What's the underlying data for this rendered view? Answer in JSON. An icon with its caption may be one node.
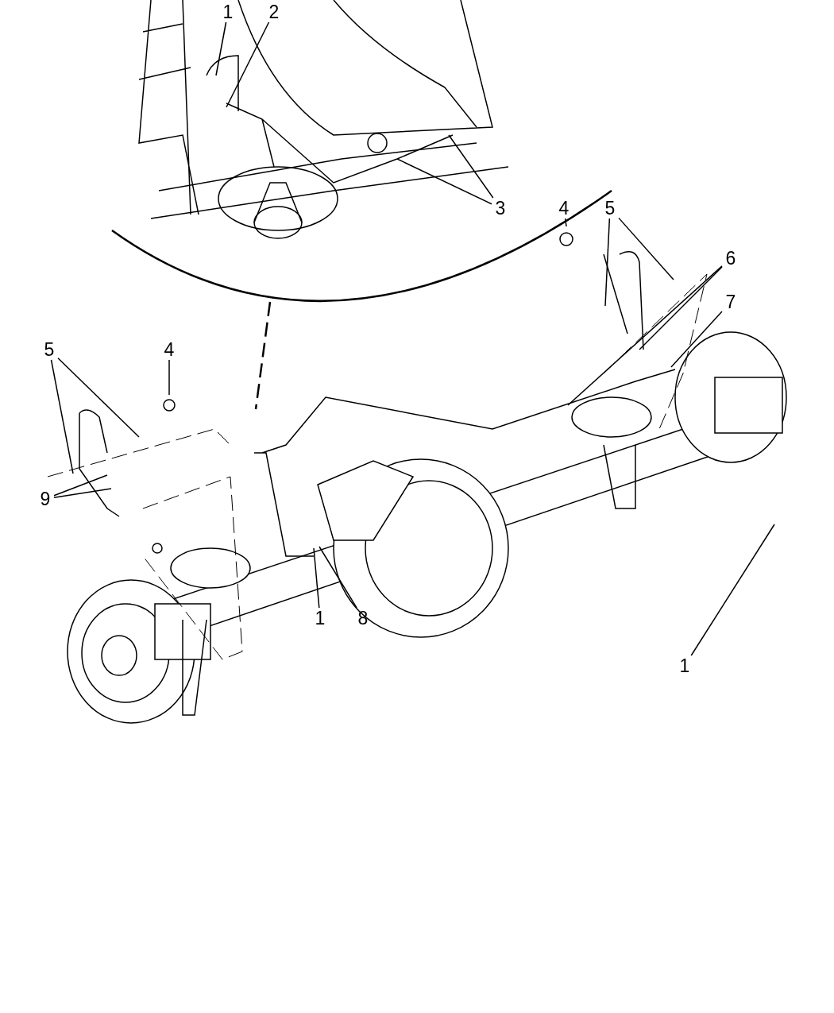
{
  "diagram": {
    "nodes": [
      {
        "text": [
          "1"
        ]
      },
      {
        "text": [
          "2"
        ]
      },
      {
        "text": [
          "3"
        ]
      },
      {
        "text": [
          "4"
        ]
      },
      {
        "text": [
          "5"
        ]
      },
      {
        "text": [
          "6"
        ]
      },
      {
        "text": [
          "7"
        ]
      },
      {
        "text": [
          "5"
        ]
      },
      {
        "text": [
          "4"
        ]
      },
      {
        "text": [
          "9"
        ]
      },
      {
        "text": [
          "1"
        ]
      },
      {
        "text": [
          "8"
        ]
      },
      {
        "text": [
          "1"
        ]
      }
    ],
    "edges": [
      {
        "from": 0,
        "to": null,
        "arrow": "none"
      },
      {
        "from": 1,
        "to": null,
        "arrow": "none"
      },
      {
        "from": 2,
        "to": null,
        "arrow": "none"
      },
      {
        "from": 2,
        "to": null,
        "arrow": "none"
      },
      {
        "from": 3,
        "to": null,
        "arrow": "none"
      },
      {
        "from": 4,
        "to": null,
        "arrow": "none"
      },
      {
        "from": 4,
        "to": null,
        "arrow": "none"
      },
      {
        "from": 5,
        "to": null,
        "arrow": "none"
      },
      {
        "from": 5,
        "to": null,
        "arrow": "none"
      },
      {
        "from": 6,
        "to": null,
        "arrow": "none"
      },
      {
        "from": 7,
        "to": null,
        "arrow": "none"
      },
      {
        "from": 7,
        "to": null,
        "arrow": "none"
      },
      {
        "from": 8,
        "to": null,
        "arrow": "none"
      },
      {
        "from": 9,
        "to": null,
        "arrow": "none"
      },
      {
        "from": 9,
        "to": null,
        "arrow": "none"
      },
      {
        "from": 10,
        "to": null,
        "arrow": "none"
      },
      {
        "from": 11,
        "to": null,
        "arrow": "none"
      },
      {
        "from": 12,
        "to": null,
        "arrow": "none"
      }
    ]
  }
}
